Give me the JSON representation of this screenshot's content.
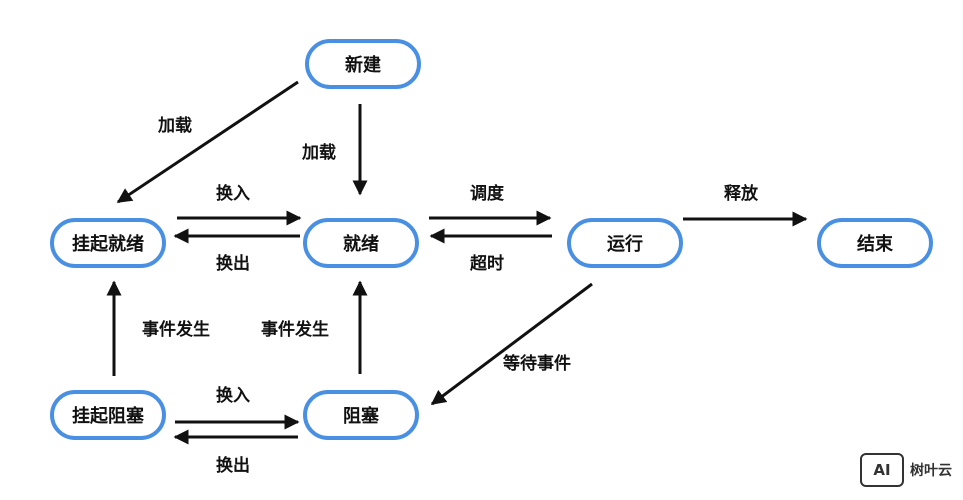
{
  "nodes": {
    "new": "新建",
    "ready": "就绪",
    "running": "运行",
    "exit": "结束",
    "suspended_ready": "挂起就绪",
    "blocked": "阻塞",
    "suspended_blocked": "挂起阻塞"
  },
  "edges": {
    "load_to_suspended_ready": "加载",
    "load_to_ready": "加载",
    "swap_in_top": "换入",
    "swap_out_top": "换出",
    "schedule": "调度",
    "timeout": "超时",
    "release": "释放",
    "event_occurs_left": "事件发生",
    "event_occurs_right": "事件发生",
    "wait_event": "等待事件",
    "swap_in_bottom": "换入",
    "swap_out_bottom": "换出"
  },
  "watermark": {
    "logo": "AI",
    "text": "树叶云"
  },
  "colors": {
    "node_border": "#4a90e2",
    "arrow": "#111111",
    "text": "#111111"
  }
}
